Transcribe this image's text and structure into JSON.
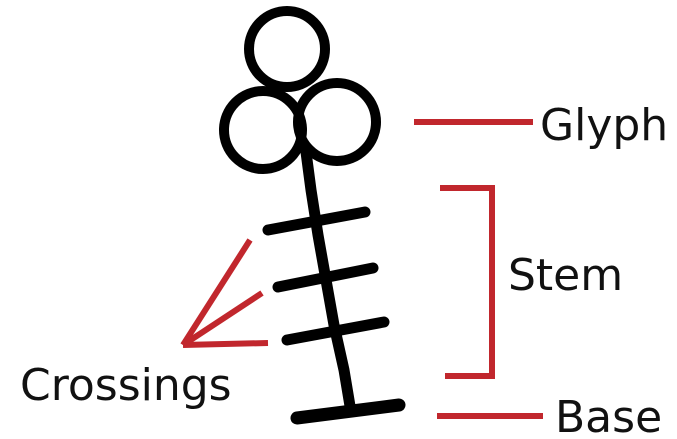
{
  "labels": {
    "glyph": "Glyph",
    "stem": "Stem",
    "crossings": "Crossings",
    "base": "Base"
  },
  "colors": {
    "ink": "#000000",
    "annotation": "#c1272d",
    "text": "#111111"
  }
}
